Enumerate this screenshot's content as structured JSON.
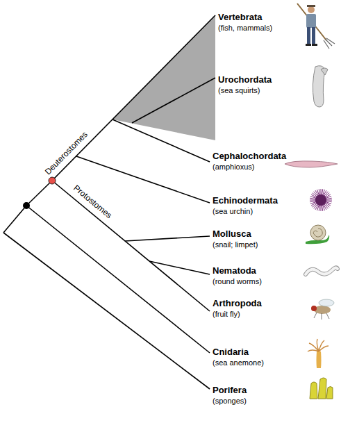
{
  "diagram": {
    "labels": [
      "Vertebrata",
      "(fish, mammals)",
      "Urochordata",
      "(sea squirts)",
      "Cephalochordata",
      "(amphioxus)",
      "Echinodermata",
      "(sea urchin)",
      "Mollusca",
      "(snail; limpet)",
      "Nematoda",
      "(round worms)",
      "Arthropoda",
      "(fruit fly)",
      "Cnidaria",
      "(sea anemone)",
      "Porifera",
      "(sponges)",
      "Deuterostomes",
      "Protostomes"
    ]
  }
}
